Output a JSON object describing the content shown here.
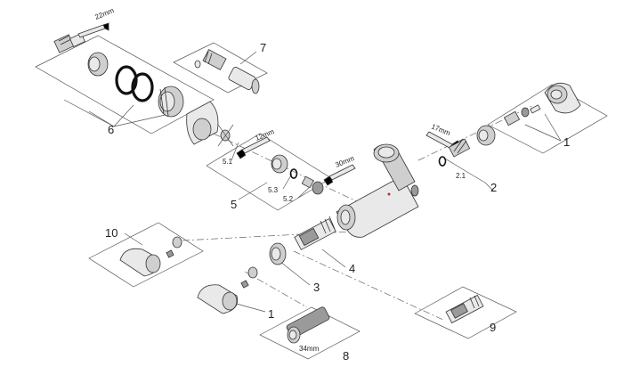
{
  "callouts": {
    "c1_right": "1",
    "c2": "2",
    "c2_1": "2.1",
    "c3": "3",
    "c4": "4",
    "c5": "5",
    "c5_1": "5.1",
    "c5_2": "5.2",
    "c5_3": "5.3",
    "c6": "6",
    "c7": "7",
    "c8": "8",
    "c9": "9",
    "c10": "10",
    "c1_lower": "1"
  },
  "wrench_sizes": {
    "w22": "22mm",
    "w12": "12mm",
    "w17": "17mm",
    "w30": "30mm",
    "w34": "34mm"
  },
  "colors": {
    "line": "#555555",
    "part_light": "#e9e9e9",
    "part_mid": "#cfcfcf",
    "part_dark": "#6b6b6b",
    "seal": "#111111"
  }
}
